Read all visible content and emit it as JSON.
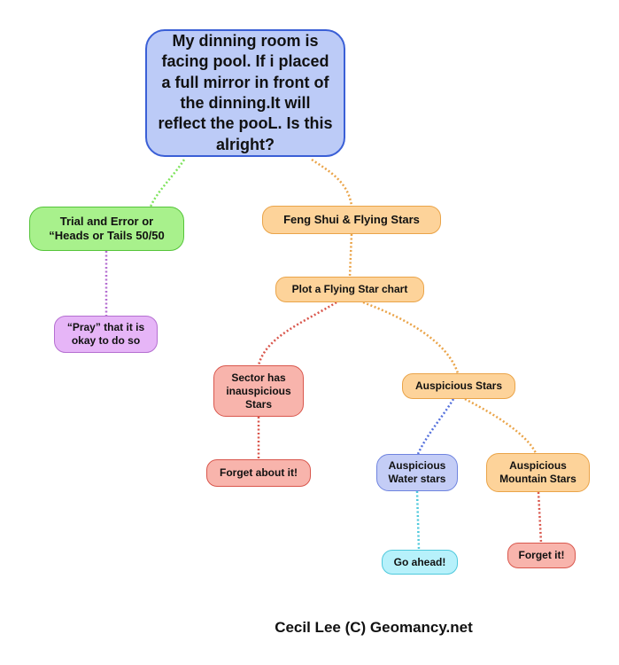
{
  "nodes": {
    "root": "My dinning room is facing pool. If i placed a full mirror in front of the dinning.It will reflect the pooL. Is this alright?",
    "trial": "Trial and Error or\n“Heads or Tails 50/50",
    "pray": "“Pray” that it is\nokay to do so",
    "feng_shui": "Feng Shui & Flying Stars",
    "plot": "Plot a Flying Star chart",
    "sector": "Sector has\ninauspicious\nStars",
    "auspicious": "Auspicious Stars",
    "forget_about": "Forget about it!",
    "water": "Auspicious\nWater stars",
    "mountain": "Auspicious\nMountain Stars",
    "go_ahead": "Go ahead!",
    "forget_it": "Forget it!"
  },
  "footer": "Cecil Lee (C) Geomancy.net",
  "colors": {
    "root": "#3a5fd6",
    "green": "#55c43a",
    "orange": "#eaa449",
    "purple": "#b56fd1",
    "red": "#d9574d",
    "blue": "#6f84df",
    "cyan": "#4fc9dc"
  }
}
